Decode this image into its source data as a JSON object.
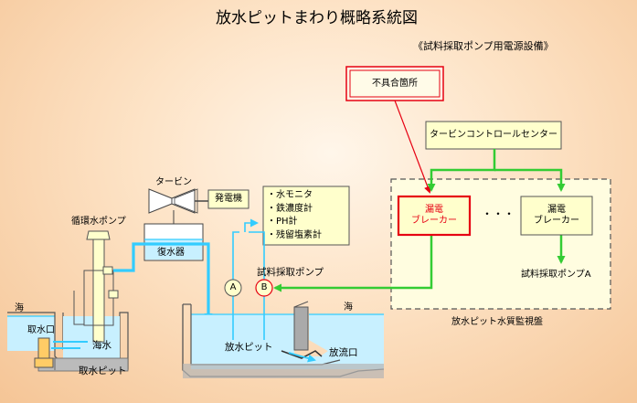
{
  "title": "放水ピットまわり概略系統図",
  "subtitle": "《試料採取ポンプ用電源設備》",
  "labels": {
    "defect_location": "不具合箇所",
    "turbine_control_center": "タービンコントロールセンター",
    "breaker_highlighted": [
      "漏電",
      "ブレーカー"
    ],
    "breaker_other": [
      "漏電",
      "ブレーカー"
    ],
    "ellipsis": "・・・",
    "sampling_pump_a": "試料採取ポンプA",
    "panel_name": "放水ピット水質監視盤",
    "turbine": "タービン",
    "generator": "発電機",
    "condenser": "復水器",
    "monitors": [
      "・水モニタ",
      "・鉄濃度計",
      "・PH計",
      "・残留塩素計"
    ],
    "sampling_pump": "試料採取ポンプ",
    "meter_a": "A",
    "meter_b": "B",
    "circulating_pump": "循環水ポンプ",
    "sea_left": "海",
    "intake": "取水口",
    "seawater": "海水",
    "intake_pit": "取水ピット",
    "sea_right": "海",
    "discharge_pit": "放水ピット",
    "outlet": "放流口"
  },
  "colors": {
    "defect": "#e60012",
    "flow_green": "#33cc33",
    "water_blue": "#33ccff",
    "box_fill": "#ffffcc",
    "panel_fill": "#fffde0",
    "water_fill": "#c8f0ff"
  }
}
